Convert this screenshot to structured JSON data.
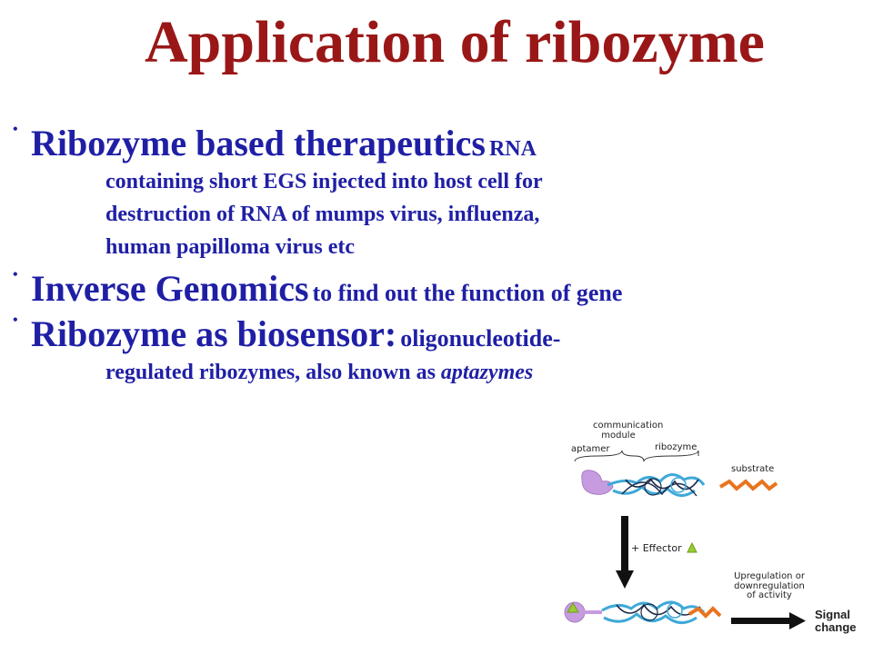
{
  "slide": {
    "title": "Application of ribozyme",
    "colors": {
      "title": "#9a1717",
      "body": "#1f1fa6"
    },
    "bullets": [
      {
        "lead": "Ribozyme based therapeutics",
        "tail": "RNA",
        "continuation": [
          "containing short EGS injected into host cell for",
          "destruction of RNA of mumps virus, influenza,",
          "human papilloma virus etc"
        ]
      },
      {
        "lead": "Inverse Genomics",
        "tail": "to find out the function of gene"
      },
      {
        "lead": "Ribozyme as biosensor:",
        "tail": "oligonucleotide-",
        "continuation_text": "regulated ribozymes, also known as",
        "continuation_italic": "aptazymes"
      }
    ]
  },
  "figure": {
    "communication_module": "communication module",
    "aptamer": "aptamer",
    "ribozyme": "ribozyme",
    "substrate": "substrate",
    "effector": "+ Effector",
    "regulation": "Upregulation or downregulation of activity",
    "signal_change": "Signal change",
    "colors": {
      "aptamer": "#c79be0",
      "ribozyme_blue": "#3fa9d8",
      "ribozyme_dark": "#1d2a4a",
      "substrate": "#e8741e",
      "effector": "#9acd32",
      "arrow": "#111111"
    }
  }
}
